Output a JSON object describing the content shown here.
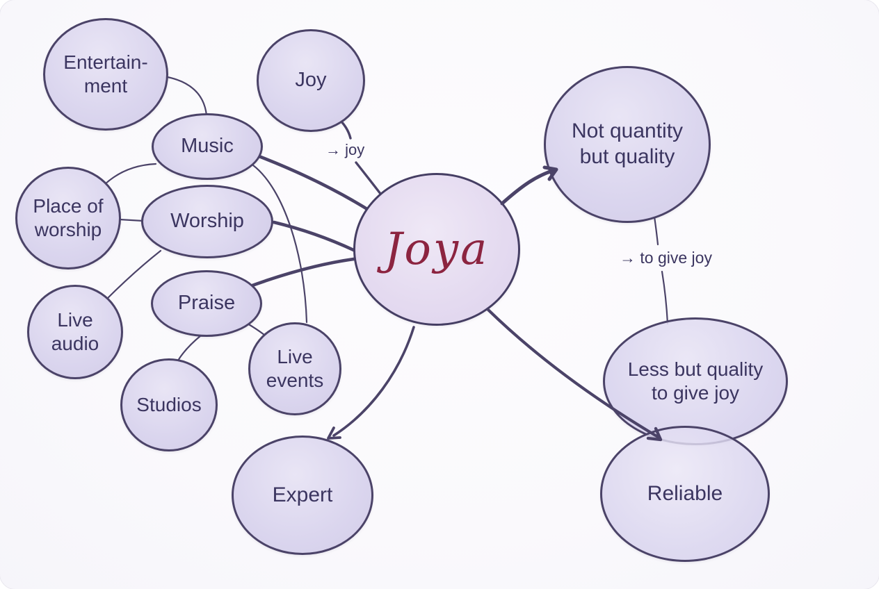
{
  "canvas": {
    "background": "#faf9fc",
    "stroke_color": "#4b4368",
    "node_fill": "#dad5ee",
    "text_color": "#3b3560",
    "center_fill": "#e7def1",
    "center_text_color": "#8c2440"
  },
  "center_node": {
    "id": "joya",
    "label": "Joya"
  },
  "nodes": [
    {
      "id": "entertainment",
      "label": "Entertain-ment"
    },
    {
      "id": "joy",
      "label": "Joy"
    },
    {
      "id": "music",
      "label": "Music"
    },
    {
      "id": "place-of-worship",
      "label": "Place of worship"
    },
    {
      "id": "worship",
      "label": "Worship"
    },
    {
      "id": "live-audio",
      "label": "Live audio"
    },
    {
      "id": "praise",
      "label": "Praise"
    },
    {
      "id": "studios",
      "label": "Studios"
    },
    {
      "id": "live-events",
      "label": "Live events"
    },
    {
      "id": "not-quantity",
      "label": "Not quantity but quality"
    },
    {
      "id": "less-but-quality",
      "label": "Less but quality to give joy"
    },
    {
      "id": "reliable",
      "label": "Reliable"
    },
    {
      "id": "expert",
      "label": "Expert"
    }
  ],
  "edge_labels": [
    {
      "text": "→ joy"
    },
    {
      "text": "→ to give joy"
    }
  ],
  "edges": [
    {
      "from": "entertainment",
      "to": "music",
      "style": "thin",
      "arrow": false
    },
    {
      "from": "music",
      "to": "place-of-worship",
      "style": "thin",
      "arrow": false
    },
    {
      "from": "place-of-worship",
      "to": "worship",
      "style": "thin",
      "arrow": false
    },
    {
      "from": "worship",
      "to": "live-audio",
      "style": "thin",
      "arrow": false
    },
    {
      "from": "praise",
      "to": "studios",
      "style": "thin",
      "arrow": false
    },
    {
      "from": "praise",
      "to": "live-events",
      "style": "thin",
      "arrow": false
    },
    {
      "from": "music",
      "to": "live-events",
      "style": "thin",
      "arrow": false
    },
    {
      "from": "joy",
      "to": "joya",
      "style": "medium",
      "arrow": false,
      "label": "→ joy"
    },
    {
      "from": "music",
      "to": "joya",
      "style": "thick",
      "arrow": false
    },
    {
      "from": "worship",
      "to": "joya",
      "style": "thick",
      "arrow": false
    },
    {
      "from": "praise",
      "to": "joya",
      "style": "thick",
      "arrow": false
    },
    {
      "from": "joya",
      "to": "not-quantity",
      "style": "thick",
      "arrow": true
    },
    {
      "from": "not-quantity",
      "to": "less-but-quality",
      "style": "thin",
      "arrow": false,
      "label": "→ to give joy"
    },
    {
      "from": "joya",
      "to": "reliable",
      "style": "thick",
      "arrow": true
    },
    {
      "from": "joya",
      "to": "expert",
      "style": "medium",
      "arrow": true
    }
  ]
}
